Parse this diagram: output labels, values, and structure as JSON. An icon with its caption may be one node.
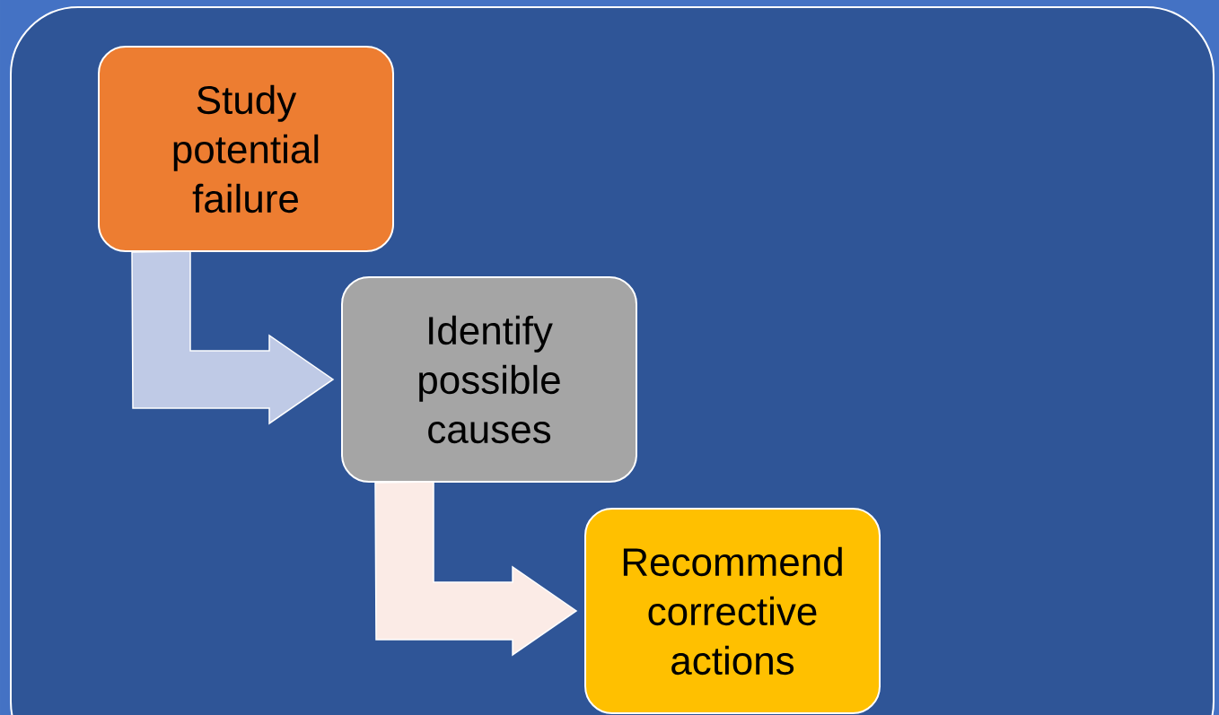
{
  "diagram": {
    "nodes": [
      {
        "text": [
          "Study potential failure"
        ]
      },
      {
        "text": [
          "Identify possible causes"
        ]
      },
      {
        "text": [
          "Recommend corrective actions"
        ]
      }
    ],
    "edges": [
      {
        "from": 0,
        "to": 1,
        "arrow": "to",
        "color": "#bfcae6"
      },
      {
        "from": 1,
        "to": 2,
        "arrow": "to",
        "color": "#fbebe6"
      }
    ]
  }
}
